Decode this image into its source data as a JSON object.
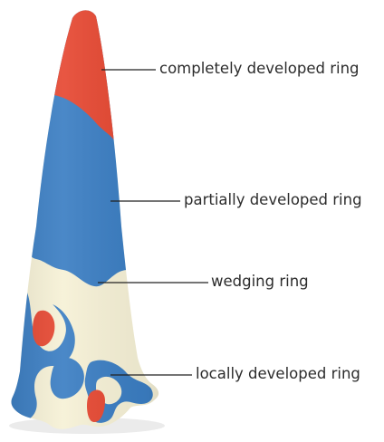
{
  "figure": {
    "colors": {
      "red": "#e64832",
      "blue": "#3b7ec3",
      "cream": "#f6f1d6",
      "leader": "#222222",
      "text": "#2c2c2c"
    },
    "labels": {
      "completely": "completely developed ring",
      "partially": "partially developed ring",
      "wedging": "wedging ring",
      "locally": "locally developed ring"
    }
  }
}
